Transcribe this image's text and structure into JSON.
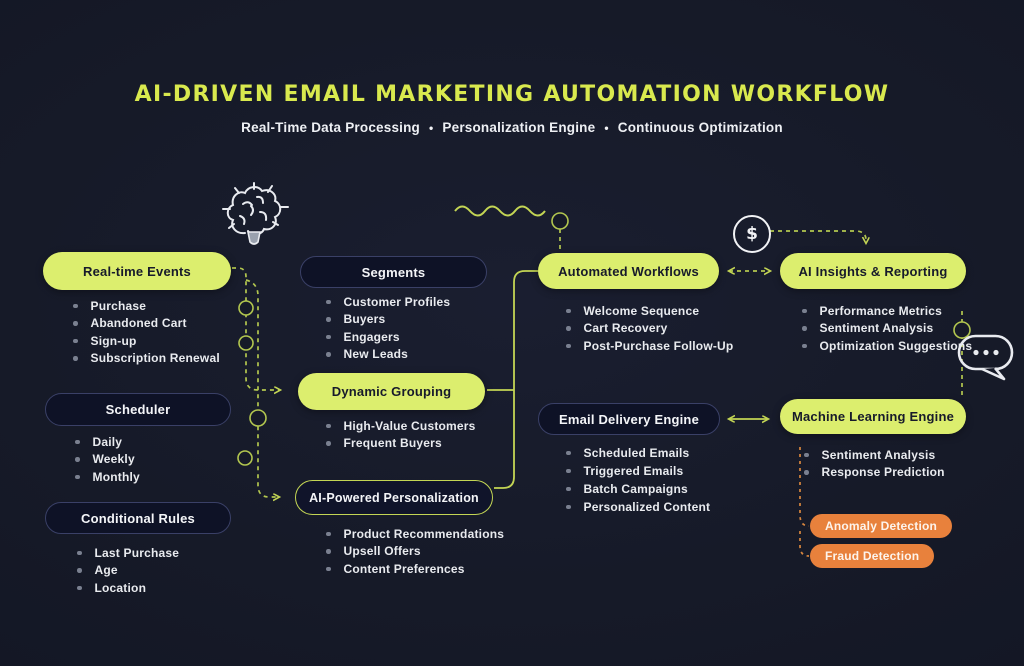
{
  "header": {
    "title": "AI-DRIVEN EMAIL MARKETING AUTOMATION WORKFLOW",
    "subtitle": [
      "Real-Time Data Processing",
      "Personalization Engine",
      "Continuous Optimization"
    ],
    "separator": "•"
  },
  "nodes": {
    "real_time_events": {
      "label": "Real-time Events",
      "items": [
        "Purchase",
        "Abandoned Cart",
        "Sign-up",
        "Subscription Renewal"
      ]
    },
    "scheduler": {
      "label": "Scheduler",
      "items": [
        "Daily",
        "Weekly",
        "Monthly"
      ]
    },
    "conditional_rules": {
      "label": "Conditional Rules",
      "items": [
        "Last Purchase",
        "Age",
        "Location"
      ]
    },
    "segments": {
      "label": "Segments",
      "items": [
        "Customer Profiles",
        "Buyers",
        "Engagers",
        "New Leads"
      ]
    },
    "dynamic_grouping": {
      "label": "Dynamic Grouping",
      "items": [
        "High-Value Customers",
        "Frequent Buyers"
      ]
    },
    "ai_personalization": {
      "label": "AI-Powered Personalization",
      "items": [
        "Product Recommendations",
        "Upsell Offers",
        "Content Preferences"
      ]
    },
    "automated_workflows": {
      "label": "Automated Workflows",
      "items": [
        "Welcome Sequence",
        "Cart Recovery",
        "Post-Purchase Follow-Up"
      ]
    },
    "email_delivery": {
      "label": "Email Delivery Engine",
      "items": [
        "Scheduled Emails",
        "Triggered Emails",
        "Batch Campaigns",
        "Personalized Content"
      ]
    },
    "ai_insights": {
      "label": "AI Insights & Reporting",
      "items": [
        "Performance Metrics",
        "Sentiment Analysis",
        "Optimization Suggestions"
      ]
    },
    "ml_engine": {
      "label": "Machine Learning Engine",
      "items": [
        "Sentiment Analysis",
        "Response Prediction"
      ]
    }
  },
  "badges": {
    "anomaly": "Anomaly Detection",
    "fraud": "Fraud Detection"
  },
  "icons": {
    "dollar_glyph": "$"
  },
  "colors": {
    "background": "#161a28",
    "accent_yellow": "#dcee6e",
    "title_yellow": "#d9e94e",
    "connector_yellow": "#c3d554",
    "orange": "#e8813c",
    "dark_pill": "#0e1226",
    "dark_pill_border": "#3a4067",
    "text_light": "#e9ebef"
  }
}
